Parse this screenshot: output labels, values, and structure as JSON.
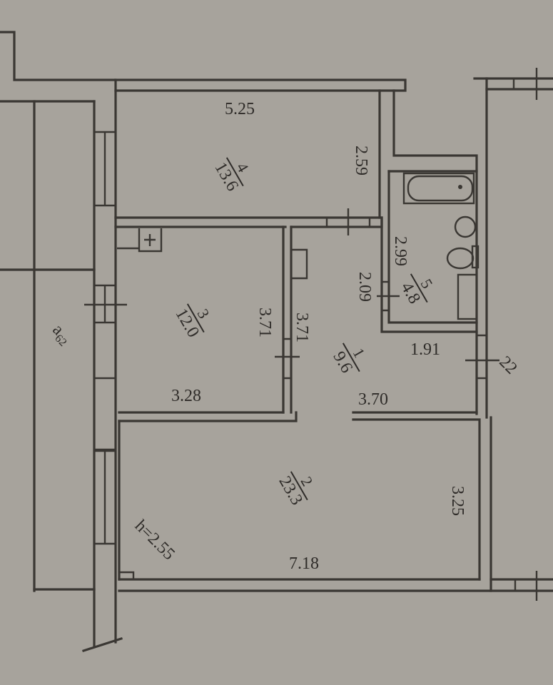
{
  "plan": {
    "ceiling_height_label": "h=2.55",
    "balcony_label": "a",
    "balcony_sub": "62",
    "stair_label": "22",
    "colors": {
      "paper": "#a7a39c",
      "ink": "#3a3733"
    }
  },
  "rooms": [
    {
      "id": "room-4",
      "number": "4",
      "area": "13.6",
      "dims": [
        "5.25",
        "2.59"
      ]
    },
    {
      "id": "room-3",
      "number": "3",
      "area": "12.0",
      "dims": [
        "3.28",
        "3.71"
      ]
    },
    {
      "id": "room-5",
      "number": "5",
      "area": "4.8",
      "dims": [
        "2.99"
      ]
    },
    {
      "id": "room-1",
      "number": "1",
      "area": "9.6",
      "dims": [
        "3.71",
        "2.09",
        "1.91",
        "3.70"
      ]
    },
    {
      "id": "room-2",
      "number": "2",
      "area": "23.3",
      "dims": [
        "7.18",
        "3.25"
      ]
    }
  ],
  "dimensions": {
    "room4_width": "5.25",
    "room4_depth": "2.59",
    "room3_width": "3.28",
    "room3_depth": "3.71",
    "hall_depth": "3.71",
    "hall_short": "2.09",
    "bath_depth": "2.99",
    "hall_width_small": "1.91",
    "hall_width": "3.70",
    "living_width": "7.18",
    "living_depth": "3.25"
  }
}
